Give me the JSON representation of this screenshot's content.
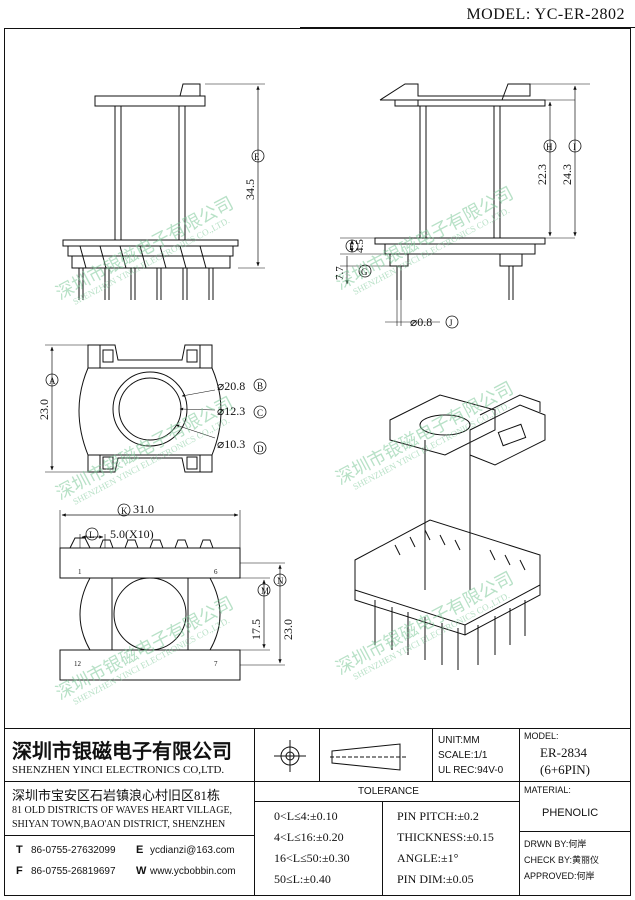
{
  "model_label": "MODEL: YC-ER-2802",
  "watermark": {
    "chinese": "深圳市银磁电子有限公司",
    "english": "SHENZHEN YINCI ELECTRONICS CO.,LTD."
  },
  "dimensions": {
    "front_height": "34.5",
    "front_height_tag": "E",
    "side_h": "22.3",
    "side_h_tag": "H",
    "side_i": "24.3",
    "side_i_tag": "I",
    "side_f": "4.5",
    "side_f_tag": "F",
    "side_g": "7.7",
    "side_g_tag": "G",
    "pin_dia": "⌀0.8",
    "pin_dia_tag": "J",
    "top_a": "23.0",
    "top_a_tag": "A",
    "top_b": "⌀20.8",
    "top_b_tag": "B",
    "top_c": "⌀12.3",
    "top_c_tag": "C",
    "top_d": "⌀10.3",
    "top_d_tag": "D",
    "bottom_k": "31.0",
    "bottom_k_tag": "K",
    "bottom_l": "5.0(X10)",
    "bottom_l_tag": "L",
    "bottom_m": "17.5",
    "bottom_m_tag": "M",
    "bottom_n": "23.0",
    "bottom_n_tag": "N",
    "pin1": "1",
    "pin6": "6",
    "pin12": "12",
    "pin7": "7"
  },
  "title_block": {
    "company_cn": "深圳市银磁电子有限公司",
    "company_en": "SHENZHEN YINCI ELECTRONICS CO,LTD.",
    "unit": "UNIT:MM",
    "scale": "SCALE:1/1",
    "ul_rec": "UL REC:94V-0",
    "model_header": "MODEL:",
    "model_value": "ER-2834",
    "model_pins": "(6+6PIN)",
    "address_cn": "深圳市宝安区石岩镇浪心村旧区81栋",
    "address_en_1": "81 OLD DISTRICTS OF WAVES HEART VILLAGE,",
    "address_en_2": "SHIYAN TOWN,BAO'AN DISTRICT, SHENZHEN",
    "tolerance_header": "TOLERANCE",
    "tol_1": "0<L≤4:±0.10",
    "tol_2": "4<L≤16:±0.20",
    "tol_3": "16<L≤50:±0.30",
    "tol_4": "50≤L:±0.40",
    "pin_pitch": "PIN PITCH:±0.2",
    "thickness": "THICKNESS:±0.15",
    "angle": "ANGLE:±1°",
    "pin_dim": "PIN DIM:±0.05",
    "material_header": "MATERIAL:",
    "material_value": "PHENOLIC",
    "t_label": "T",
    "t_value": "86-0755-27632099",
    "e_label": "E",
    "e_value": "ycdianzi@163.com",
    "f_label": "F",
    "f_value": "86-0755-26819697",
    "w_label": "W",
    "w_value": "www.ycbobbin.com",
    "drwn_by": "DRWN BY:",
    "drwn_name": "何岸",
    "check_by": "CHECK BY:",
    "check_name": "黄丽仪",
    "approved": "APPROVED:",
    "approved_name": "何岸"
  }
}
